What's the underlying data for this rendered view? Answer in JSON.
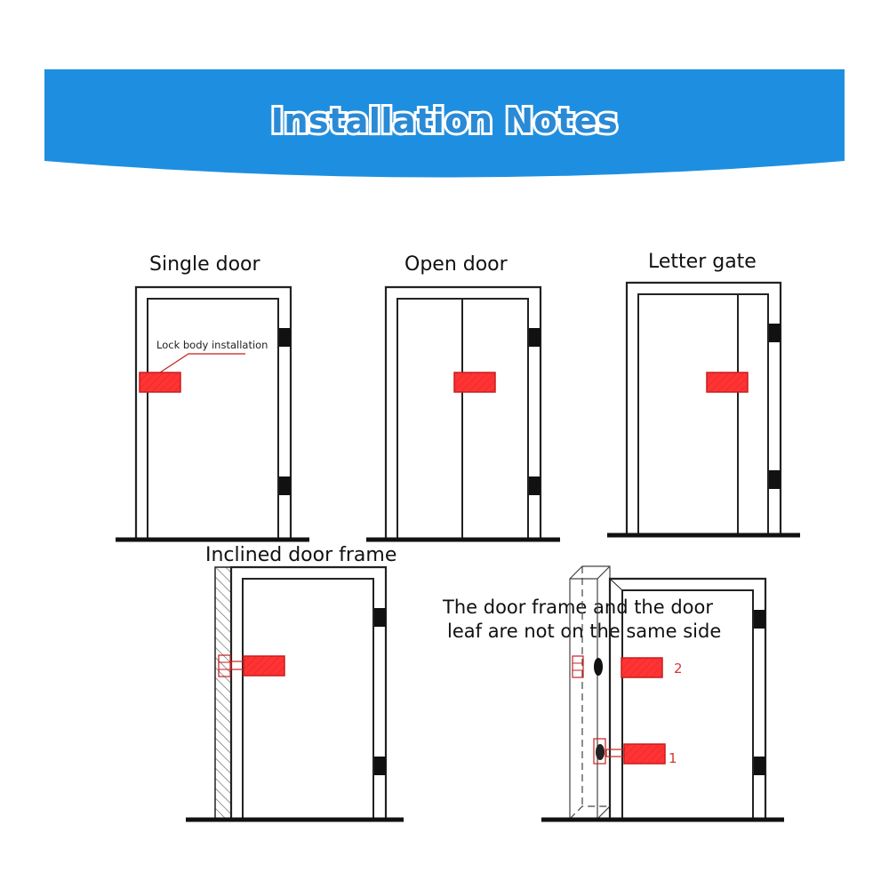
{
  "banner": {
    "title": "Installation Notes",
    "color": "#1e8fe0",
    "text_color": "#2a8ad6"
  },
  "panels": {
    "single_door": {
      "title": "Single door",
      "callout": "Lock body installation"
    },
    "open_door": {
      "title": "Open door"
    },
    "letter_gate": {
      "title": "Letter gate"
    },
    "inclined_frame": {
      "title": "Inclined door frame"
    },
    "not_same_side": {
      "title_line1": "The door frame and the door",
      "title_line2": "leaf are not on the same side",
      "label_2": "2",
      "label_1": "1"
    }
  },
  "colors": {
    "lock_fill": "#ff3333",
    "lock_stroke": "#c81e1e",
    "line": "#222222",
    "hinge": "#111111",
    "floor": "#111111"
  }
}
